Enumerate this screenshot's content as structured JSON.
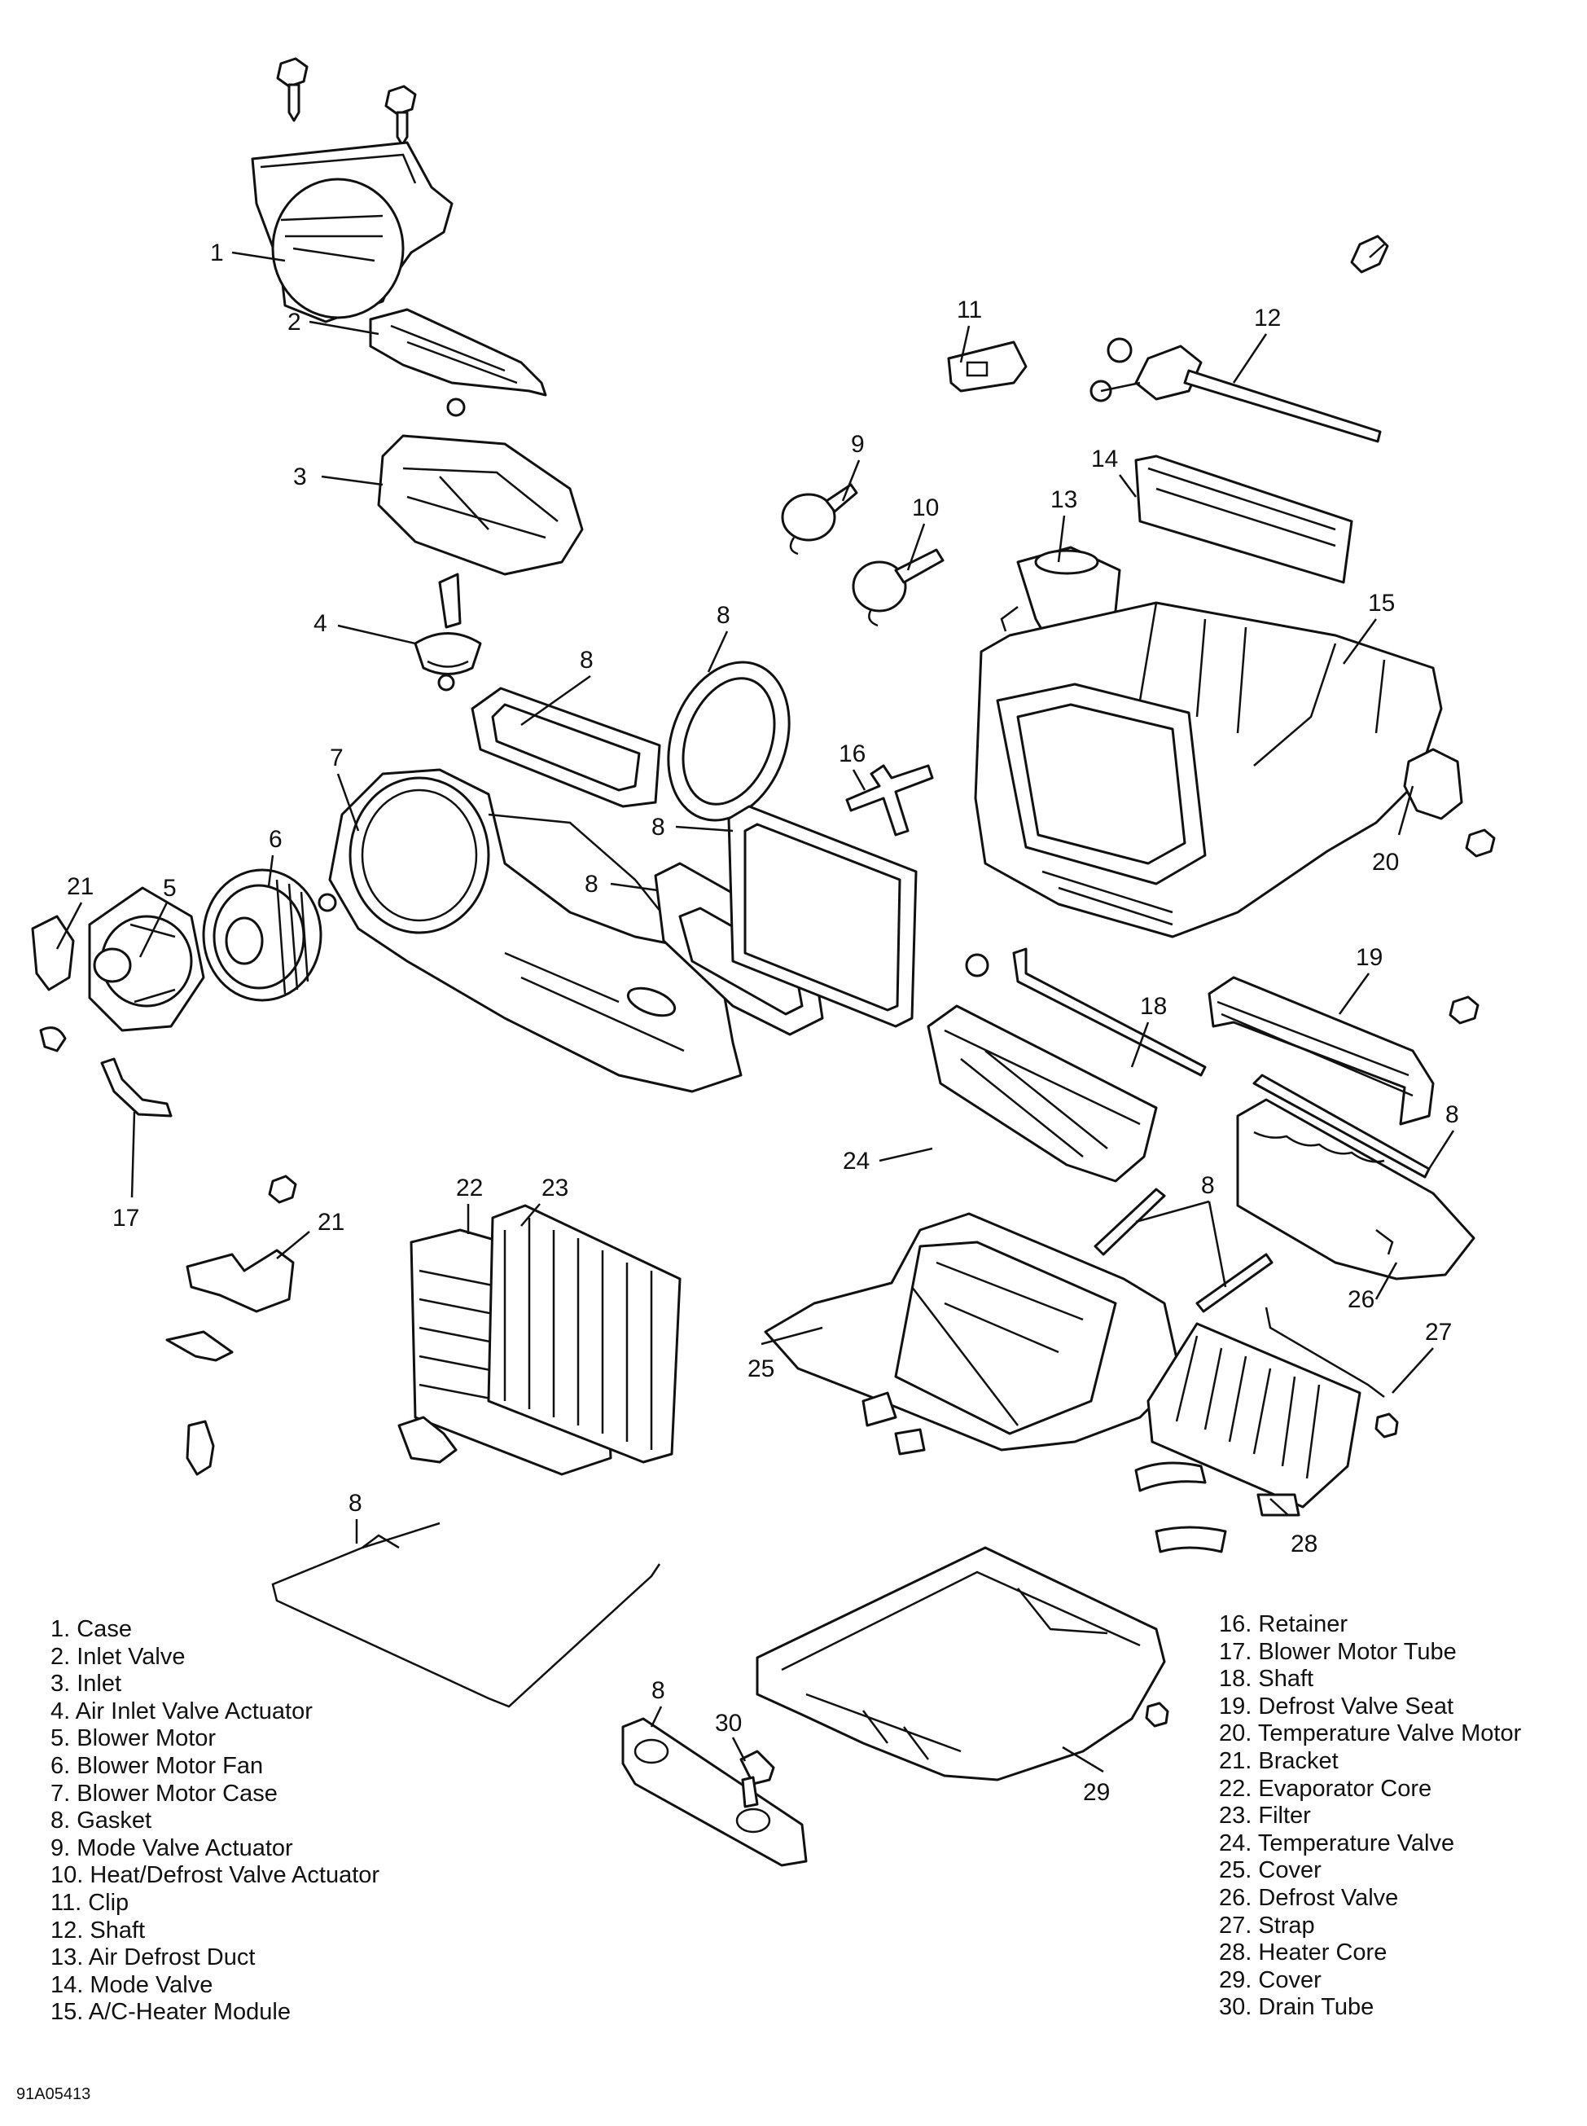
{
  "callouts": [
    "1",
    "2",
    "3",
    "4",
    "5",
    "6",
    "7",
    "8",
    "9",
    "10",
    "11",
    "12",
    "13",
    "14",
    "15",
    "16",
    "17",
    "18",
    "19",
    "20",
    "21",
    "22",
    "23",
    "24",
    "25",
    "26",
    "27",
    "28",
    "29",
    "30"
  ],
  "legend_left": [
    "1. Case",
    "2. Inlet Valve",
    "3. Inlet",
    "4. Air Inlet Valve Actuator",
    "5. Blower Motor",
    "6. Blower Motor Fan",
    "7. Blower Motor Case",
    "8. Gasket",
    "9. Mode Valve Actuator",
    "10. Heat/Defrost Valve Actuator",
    "11. Clip",
    "12. Shaft",
    "13. Air Defrost Duct",
    "14. Mode Valve",
    "15. A/C-Heater Module"
  ],
  "legend_right": [
    "16. Retainer",
    "17. Blower Motor Tube",
    "18. Shaft",
    "19. Defrost Valve Seat",
    "20. Temperature Valve Motor",
    "21. Bracket",
    "22. Evaporator Core",
    "23. Filter",
    "24. Temperature Valve",
    "25. Cover",
    "26. Defrost Valve",
    "27. Strap",
    "28. Heater Core",
    "29. Cover",
    "30. Drain Tube"
  ],
  "figure_code": "91A05413"
}
